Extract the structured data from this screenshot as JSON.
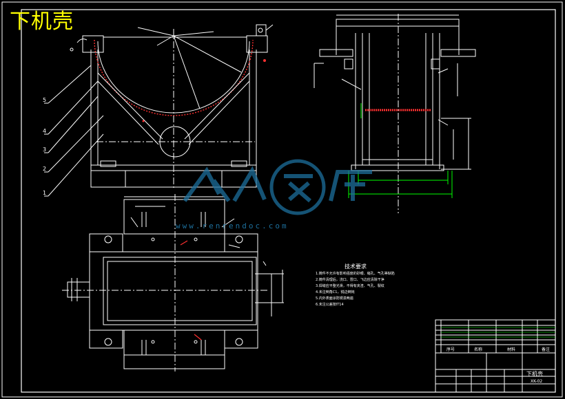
{
  "drawing": {
    "title": "下机壳",
    "watermark_url": "www.renrendoc.com",
    "part_numbers": [
      "5",
      "4",
      "3",
      "2",
      "1"
    ]
  },
  "tech_requirements": {
    "heading": "技术要求",
    "items": [
      "1.铸件不允许有影响强度的砂眼、缩孔、气孔等缺陷",
      "2.铸件清理后，浇口、冒口、飞边应清除干净",
      "3.焊缝应平整光滑，不得有夹渣、气孔、裂纹",
      "4.未注倒角C1，锐边倒钝",
      "5.内外表面涂防锈漆两遍",
      "6.未注公差按IT14"
    ]
  },
  "title_block": {
    "name": "下机壳",
    "drawing_no": "XK-02",
    "col_seq": "序号",
    "col_name": "名称",
    "col_material": "材料",
    "col_note": "备注"
  },
  "colors": {
    "background": "#000000",
    "outline": "#ffffff",
    "centerline": "#ffffff",
    "dimension": "#00ff00",
    "title": "#ffff00",
    "accent": "#ff3030",
    "watermark": "#1d6f9c"
  }
}
